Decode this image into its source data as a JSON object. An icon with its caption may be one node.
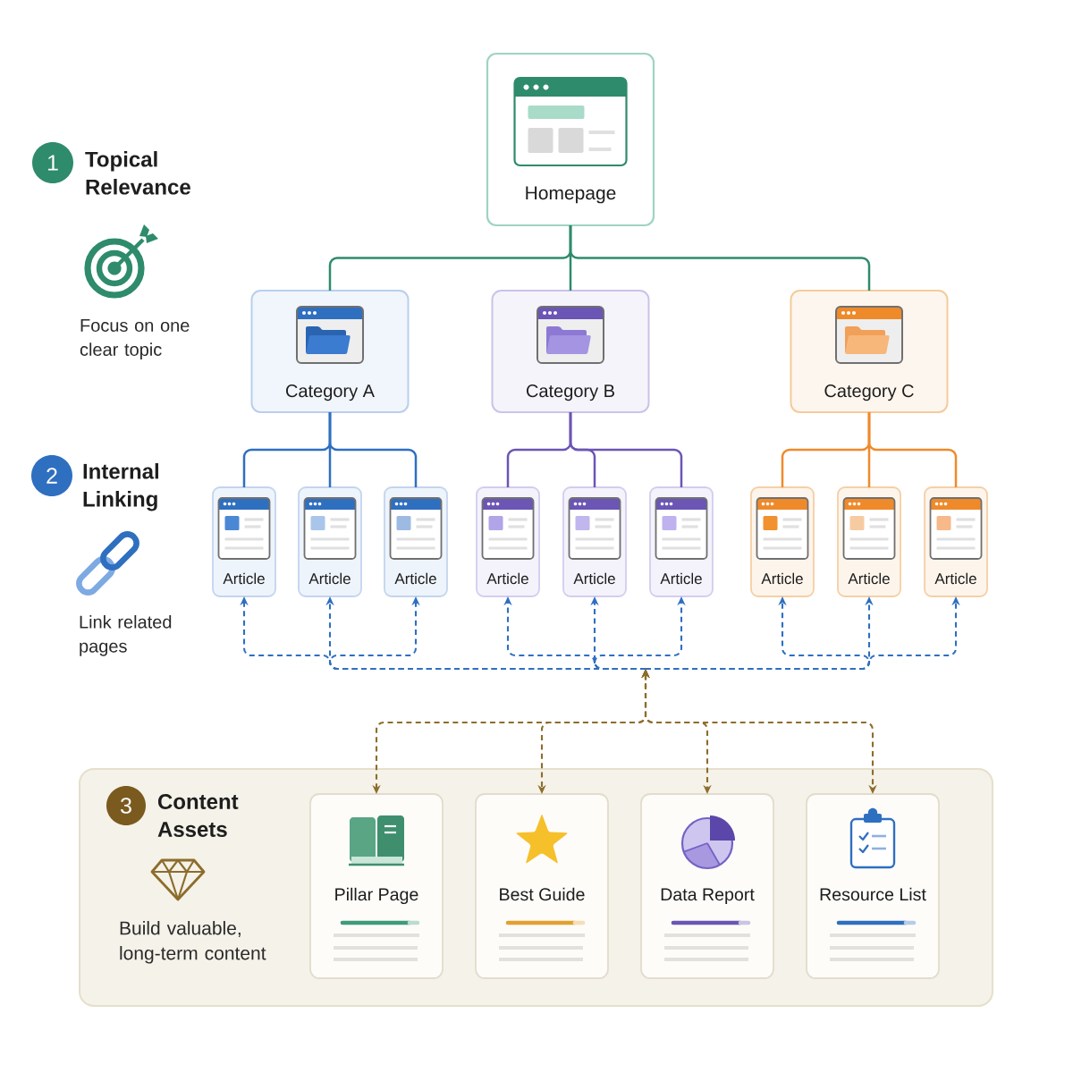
{
  "diagram": {
    "nodes": [
      {
        "text": [
          "Homepage"
        ]
      },
      {
        "text": [
          "1"
        ],
        "beside": [
          "Topical Relevance"
        ]
      },
      {
        "text": [
          "Category A"
        ]
      },
      {
        "text": [
          "Category B"
        ]
      },
      {
        "text": [
          "Category C"
        ]
      },
      {
        "text": [
          "2"
        ],
        "beside": [
          "Internal Linking"
        ]
      },
      {
        "text": [
          "Article"
        ]
      },
      {
        "text": [
          "Article"
        ]
      },
      {
        "text": [
          "Article"
        ]
      },
      {
        "text": [
          "Article"
        ]
      },
      {
        "text": [
          "Article"
        ]
      },
      {
        "text": [
          "Article"
        ]
      },
      {
        "text": [
          "Article"
        ]
      },
      {
        "text": [
          "Article"
        ]
      },
      {
        "text": [
          "Article"
        ]
      },
      {
        "text": [
          "Content Assets",
          "Build valuable, long-term content"
        ]
      },
      {
        "text": [
          "3"
        ],
        "in": 15
      },
      {
        "text": [
          "Pillar Page"
        ],
        "in": 15
      },
      {
        "text": [
          "Best Guide"
        ],
        "in": 15
      },
      {
        "text": [
          "Data Report"
        ],
        "in": 15
      },
      {
        "text": [
          "Resource List"
        ],
        "in": 15
      }
    ],
    "edges": [
      {
        "from": 0,
        "to": 2,
        "arrow": "none",
        "color": "#2e8b6b"
      },
      {
        "from": 0,
        "to": 3,
        "arrow": "none",
        "color": "#2e8b6b"
      },
      {
        "from": 0,
        "to": 4,
        "arrow": "none",
        "color": "#2e8b6b"
      },
      {
        "from": 2,
        "to": 6,
        "arrow": "none"
      },
      {
        "from": 2,
        "to": 7,
        "arrow": "none"
      },
      {
        "from": 2,
        "to": 8,
        "arrow": "none"
      },
      {
        "from": 3,
        "to": 9,
        "arrow": "none",
        "color": "#6b55b5"
      },
      {
        "from": 3,
        "to": 10,
        "arrow": "none",
        "color": "#6b55b5"
      },
      {
        "from": 3,
        "to": 11,
        "arrow": "none",
        "color": "#6b55b5"
      },
      {
        "from": 4,
        "to": 12,
        "arrow": "none",
        "color": "#ef8a2b"
      },
      {
        "from": 4,
        "to": 13,
        "arrow": "none",
        "color": "#ef8a2b"
      },
      {
        "from": 4,
        "to": 14,
        "arrow": "none",
        "color": "#ef8a2b"
      },
      {
        "from": null,
        "to": 6,
        "arrow": "to",
        "style": "dashed"
      },
      {
        "from": null,
        "to": 7,
        "arrow": "to",
        "style": "dashed"
      },
      {
        "from": null,
        "to": 8,
        "arrow": "to",
        "style": "dashed"
      },
      {
        "from": null,
        "to": 9,
        "arrow": "to",
        "style": "dashed"
      },
      {
        "from": null,
        "to": 10,
        "arrow": "to",
        "style": "dashed"
      },
      {
        "from": null,
        "to": 11,
        "arrow": "to",
        "style": "dashed"
      },
      {
        "from": null,
        "to": 12,
        "arrow": "to",
        "style": "dashed"
      },
      {
        "from": null,
        "to": 13,
        "arrow": "to",
        "style": "dashed"
      },
      {
        "from": null,
        "to": 14,
        "arrow": "to",
        "style": "dashed"
      },
      {
        "from": null,
        "to": 17,
        "arrow": "both",
        "style": "dashed",
        "color": "#8c6d2c"
      },
      {
        "from": null,
        "to": 18,
        "arrow": "both",
        "style": "dashed",
        "color": "#8c6d2c"
      },
      {
        "from": null,
        "to": 19,
        "arrow": "both",
        "style": "dashed",
        "color": "#8c6d2c"
      },
      {
        "from": null,
        "to": 20,
        "arrow": "both",
        "style": "dashed",
        "color": "#8c6d2c"
      }
    ],
    "labels": [
      "Focus on one clear topic",
      "Link related pages"
    ]
  }
}
